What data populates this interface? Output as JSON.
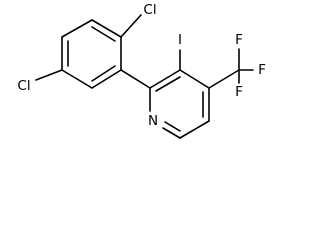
{
  "molecule": {
    "atoms": {
      "cl_top": "Cl",
      "cl_left": "Cl",
      "iodine": "I",
      "nitrogen": "N",
      "fluorine_top": "F",
      "fluorine_right": "F",
      "fluorine_bottom": "F"
    }
  }
}
